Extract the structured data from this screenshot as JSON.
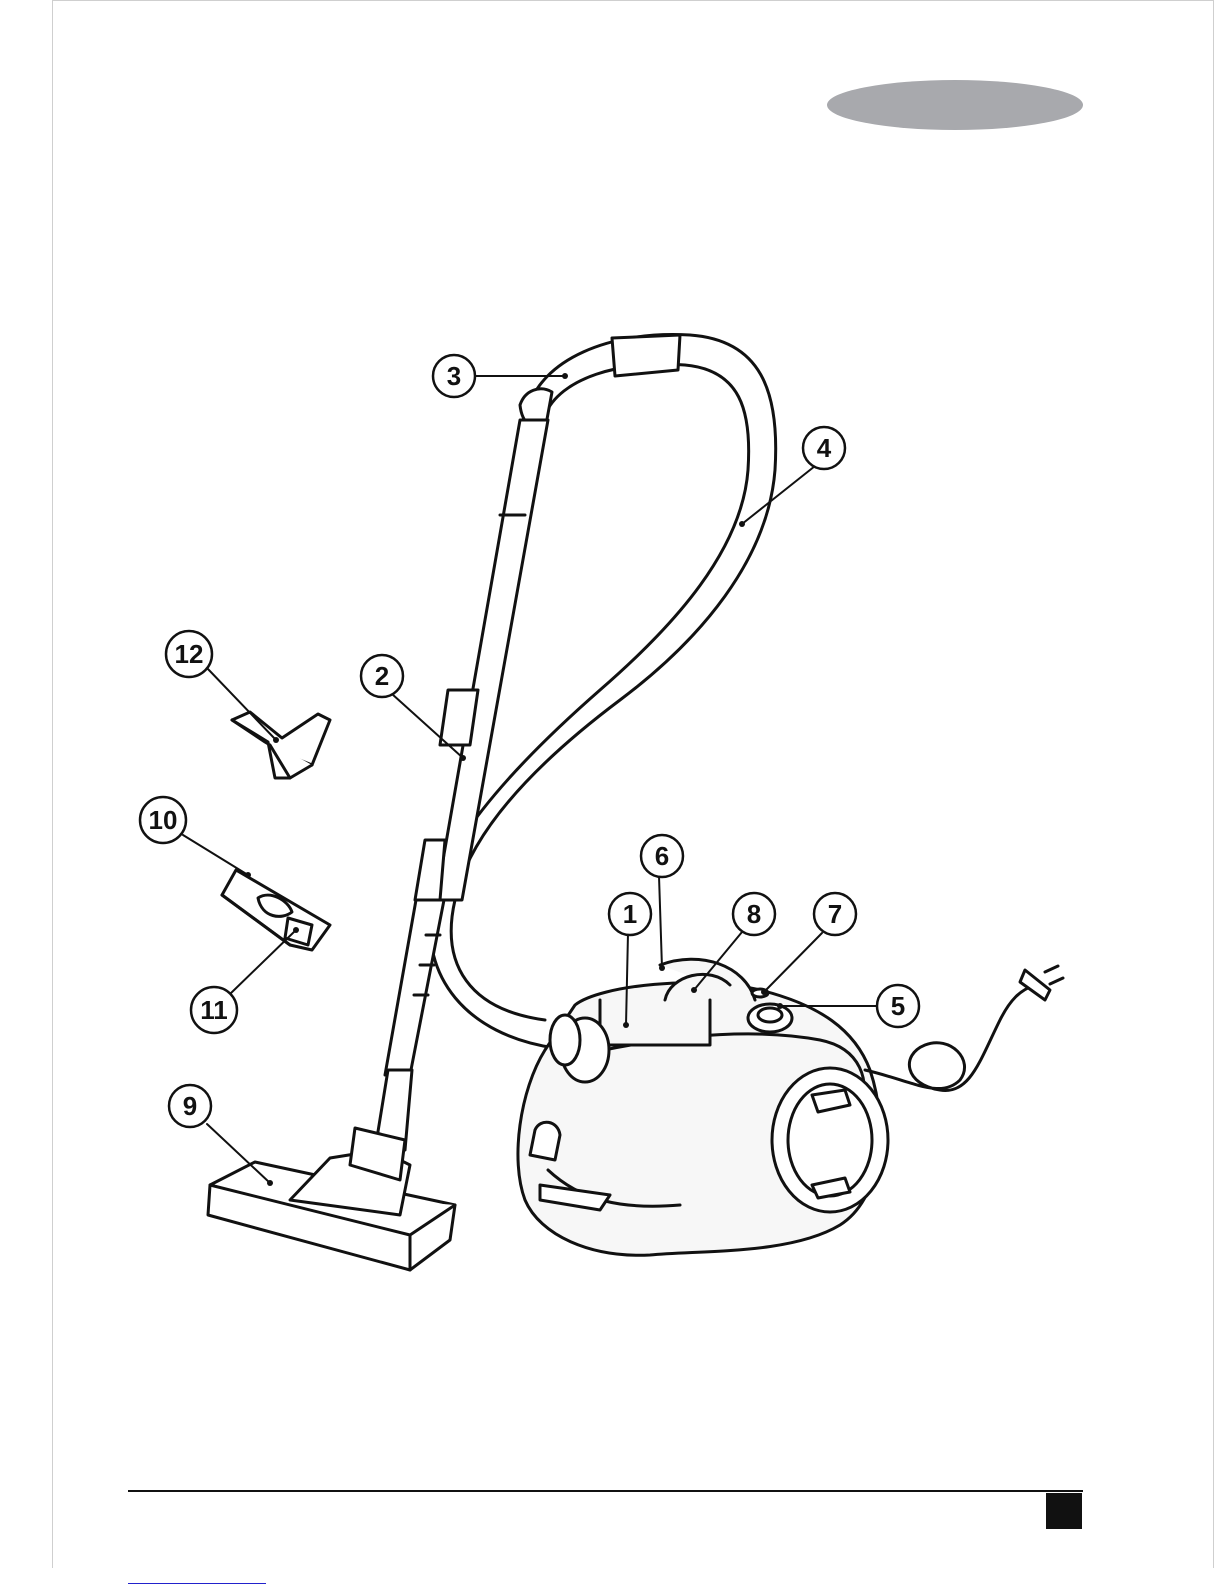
{
  "callouts": {
    "c1": "1",
    "c2": "2",
    "c3": "3",
    "c4": "4",
    "c5": "5",
    "c6": "6",
    "c7": "7",
    "c8": "8",
    "c9": "9",
    "c10": "10",
    "c11": "11",
    "c12": "12"
  },
  "colors": {
    "ink": "#111111",
    "badge": "#a8a9ad",
    "body_tint": "#f7f7f7"
  }
}
